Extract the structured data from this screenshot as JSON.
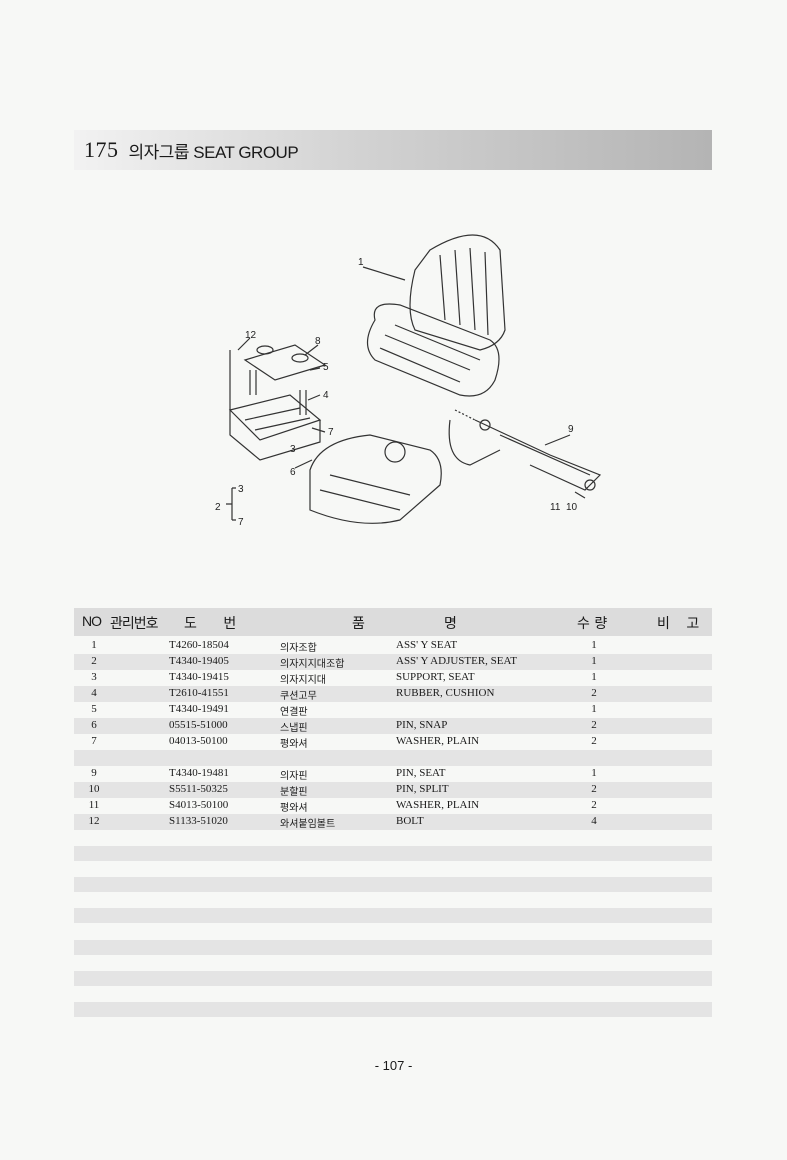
{
  "header": {
    "number": "175",
    "title": "의자그룹 SEAT GROUP"
  },
  "diagram": {
    "callouts": [
      "1",
      "12",
      "8",
      "5",
      "4",
      "7",
      "9",
      "3",
      "6",
      "2",
      "3",
      "7",
      "11",
      "10"
    ]
  },
  "table": {
    "headers": {
      "no": "NO",
      "code": "관리번호",
      "drawing": "도 번",
      "name_left": "품",
      "name_right": "명",
      "qty": "수 량",
      "remark": "비 고"
    },
    "rows": [
      {
        "no": "1",
        "part": "T4260-18504",
        "kr": "의자조합",
        "en": "ASS' Y SEAT",
        "qty": "1"
      },
      {
        "no": "2",
        "part": "T4340-19405",
        "kr": "의자지지대조합",
        "en": "ASS' Y ADJUSTER, SEAT",
        "qty": "1"
      },
      {
        "no": "3",
        "part": "T4340-19415",
        "kr": "의자지지대",
        "en": "SUPPORT, SEAT",
        "qty": "1"
      },
      {
        "no": "4",
        "part": "T2610-41551",
        "kr": "쿠션고무",
        "en": "RUBBER, CUSHION",
        "qty": "2"
      },
      {
        "no": "5",
        "part": "T4340-19491",
        "kr": "연결판",
        "en": "",
        "qty": "1"
      },
      {
        "no": "6",
        "part": "05515-51000",
        "kr": "스냅핀",
        "en": "PIN, SNAP",
        "qty": "2"
      },
      {
        "no": "7",
        "part": "04013-50100",
        "kr": "평와셔",
        "en": "WASHER, PLAIN",
        "qty": "2"
      },
      {
        "no": "",
        "part": "",
        "kr": "",
        "en": "",
        "qty": ""
      },
      {
        "no": "9",
        "part": "T4340-19481",
        "kr": "의자핀",
        "en": "PIN, SEAT",
        "qty": "1"
      },
      {
        "no": "10",
        "part": "S5511-50325",
        "kr": "분할핀",
        "en": "PIN, SPLIT",
        "qty": "2"
      },
      {
        "no": "11",
        "part": "S4013-50100",
        "kr": "평와셔",
        "en": "WASHER, PLAIN",
        "qty": "2"
      },
      {
        "no": "12",
        "part": "S1133-51020",
        "kr": "와셔붙임볼트",
        "en": "BOLT",
        "qty": "4"
      }
    ]
  },
  "footer": {
    "page": "- 107 -"
  }
}
